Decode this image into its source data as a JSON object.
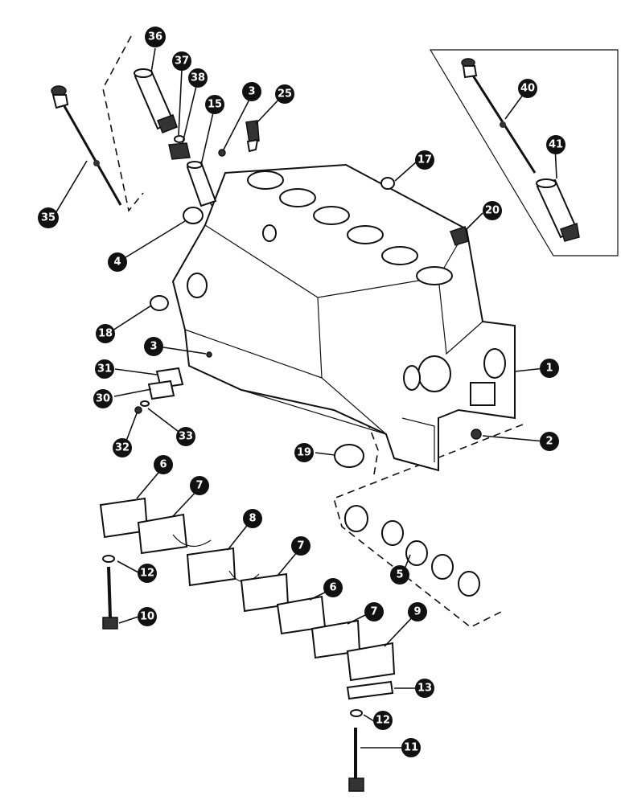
{
  "diagram": {
    "callouts": [
      {
        "id": "c36",
        "label": "36"
      },
      {
        "id": "c37",
        "label": "37"
      },
      {
        "id": "c38",
        "label": "38"
      },
      {
        "id": "c15",
        "label": "15"
      },
      {
        "id": "c3a",
        "label": "3"
      },
      {
        "id": "c25",
        "label": "25"
      },
      {
        "id": "c35",
        "label": "35"
      },
      {
        "id": "c4",
        "label": "4"
      },
      {
        "id": "c17",
        "label": "17"
      },
      {
        "id": "c20",
        "label": "20"
      },
      {
        "id": "c40",
        "label": "40"
      },
      {
        "id": "c41",
        "label": "41"
      },
      {
        "id": "c18",
        "label": "18"
      },
      {
        "id": "c3b",
        "label": "3"
      },
      {
        "id": "c31",
        "label": "31"
      },
      {
        "id": "c30",
        "label": "30"
      },
      {
        "id": "c32",
        "label": "32"
      },
      {
        "id": "c33",
        "label": "33"
      },
      {
        "id": "c1",
        "label": "1"
      },
      {
        "id": "c2",
        "label": "2"
      },
      {
        "id": "c19",
        "label": "19"
      },
      {
        "id": "c6a",
        "label": "6"
      },
      {
        "id": "c7a",
        "label": "7"
      },
      {
        "id": "c8",
        "label": "8"
      },
      {
        "id": "c7b",
        "label": "7"
      },
      {
        "id": "c6b",
        "label": "6"
      },
      {
        "id": "c7c",
        "label": "7"
      },
      {
        "id": "c9",
        "label": "9"
      },
      {
        "id": "c5",
        "label": "5"
      },
      {
        "id": "c12a",
        "label": "12"
      },
      {
        "id": "c10",
        "label": "10"
      },
      {
        "id": "c13",
        "label": "13"
      },
      {
        "id": "c12b",
        "label": "12"
      },
      {
        "id": "c11",
        "label": "11"
      }
    ]
  }
}
